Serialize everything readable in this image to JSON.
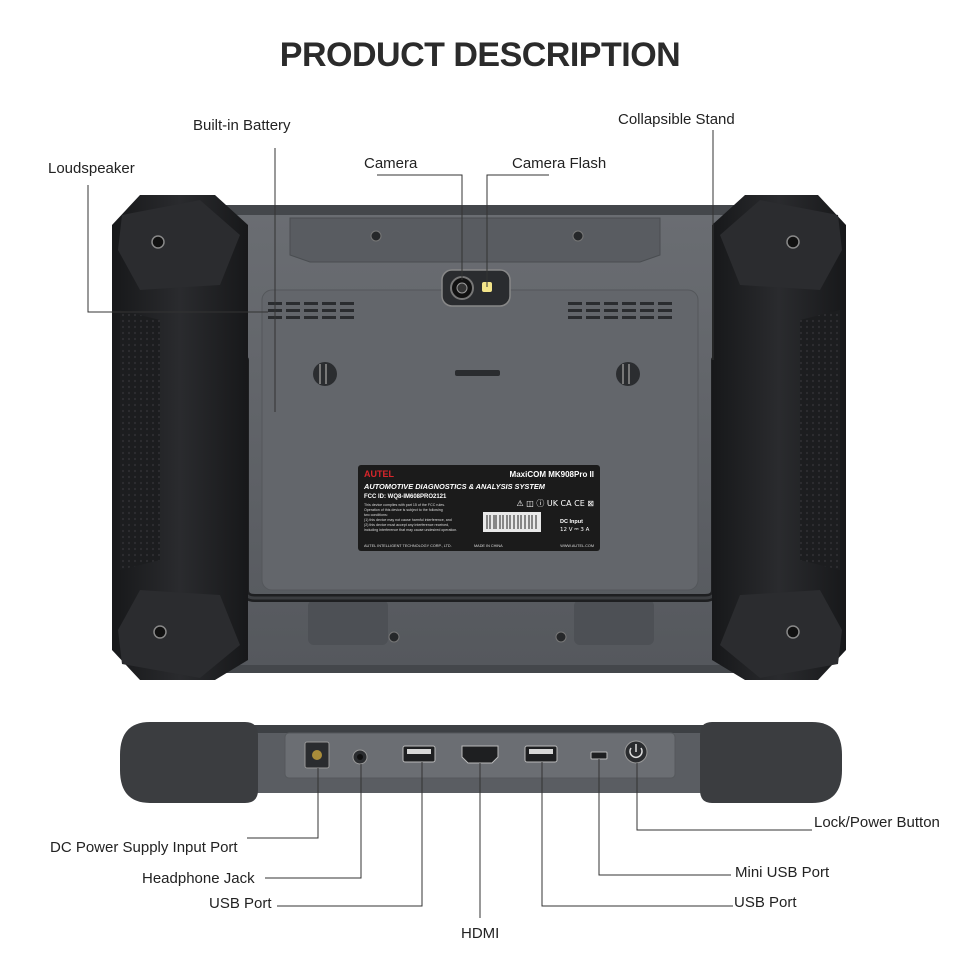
{
  "title": "PRODUCT DESCRIPTION",
  "callouts": {
    "built_in_battery": "Built-in Battery",
    "collapsible_stand": "Collapsible Stand",
    "loudspeaker": "Loudspeaker",
    "camera": "Camera",
    "camera_flash": "Camera Flash",
    "dc_power": "DC Power Supply Input Port",
    "headphone_jack": "Headphone Jack",
    "usb_port_left": "USB Port",
    "hdmi": "HDMI",
    "lock_power": "Lock/Power Button",
    "mini_usb": "Mini USB Port",
    "usb_port_right": "USB Port"
  },
  "device_label": {
    "brand": "AUTEL",
    "model": "MaxiCOM MK908Pro II",
    "system": "AUTOMOTIVE DIAGNOSTICS & ANALYSIS SYSTEM",
    "fcc_id": "FCC ID: WQ8-IM608PRO2121",
    "fcc_text_1": "This device complies with part 15 of the FCC rules.",
    "fcc_text_2": "Operation of this device is subject to the following",
    "fcc_text_3": "two conditions:",
    "fcc_text_4": "(1) this device may not cause harmful interference, and",
    "fcc_text_5": "(2) this device must accept any interference received,",
    "fcc_text_6": "including interference that may cause undesired operation.",
    "marks": "⚠ ◫ ⓘ UK CA CE ⊠",
    "dc_input_label": "DC Input",
    "dc_input_value": "12 V ⎓ 3 A",
    "company": "AUTEL INTELLIGENT TECHNOLOGY CORP., LTD.",
    "made_in": "MADE IN CHINA",
    "website": "WWW.AUTEL.COM"
  },
  "colors": {
    "background": "#ffffff",
    "body_gray": "#5e6166",
    "panel_gray": "#6b6e73",
    "rubber_black": "#1f2022",
    "label_black": "#1b1b1b",
    "brand_red": "#d8262b"
  }
}
